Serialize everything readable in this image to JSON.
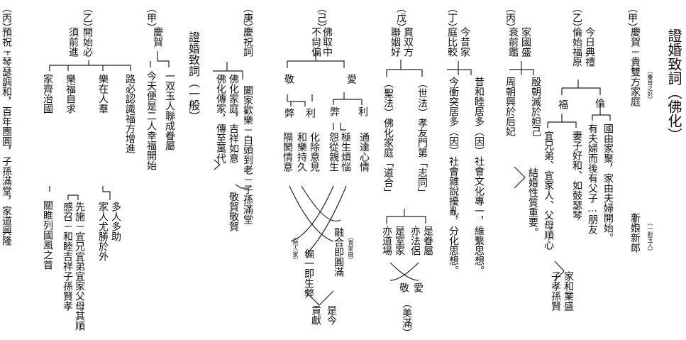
{
  "title": "證婚致詞（佛化）",
  "right": {
    "jia_mark": "（甲）",
    "jia_text": "慶賀－貴雙方家庭",
    "jia_note1": "（秦晉之好）",
    "jia_line": "──",
    "jia_tail": "新娘新郎",
    "jia_note2": "（一對玉人）",
    "yi_mark": "（乙）",
    "yi_h1": "今日典禮",
    "yi_h2": "倫始福原",
    "lun": "倫",
    "fu": "福",
    "lun1": "國由家聚，家由夫婦開始。",
    "lun2": "有夫婦而後有父子…朋友",
    "fu1": "妻子好和、如鼓瑟琴",
    "fu2": "宜兄弟、宜家人、父母順心",
    "yi_r1": "家和業盛",
    "yi_r2": "子孝孫賢",
    "bing_mark": "（丙）",
    "bing_h1": "家國盛",
    "bing_h2": "衰前鑑",
    "bing1": "殷朝滅於妲己",
    "bing2": "周朝興於后妃",
    "bing_r": "結婚性質重要。",
    "ding_mark": "（丁）",
    "ding_h1": "今昔家",
    "ding_h2": "庭比較",
    "ding1": "昔和睦居多（因）社會文化專一，維繫思想。",
    "ding2": "今衝突居多（因）社會雜說擾亂，分化思想。",
    "wu_mark": "（戊）",
    "wu_h1": "貫双方",
    "wu_h2": "聯姻好",
    "wu1": "（世法）孝友門第「志同」",
    "wu2": "（聖法）佛化家庭「道合」",
    "wu_a1": "是眷屬",
    "wu_a2": "亦法侶",
    "wu_b1": "是室家",
    "wu_b2": "亦道場",
    "wu_c": "敬",
    "wu_d": "愛",
    "wu_e": "（美滿）",
    "ji_mark": "（己）",
    "ji_h1": "佛取中",
    "ji_h2": "不尙偏",
    "ai": "愛",
    "jing": "敬",
    "li": "利",
    "bi": "弊",
    "ai_li": "通達心情",
    "ai_bi1": "極生煩惱",
    "ai_bi2": "怨從親生",
    "jing_li1": "化除意見",
    "jing_li2": "和樂持久",
    "jing_bi": "隔閡情意",
    "ji_o1": "融合即圓滿",
    "ji_o1n": "（貴家庭）",
    "ji_o2": "偏一即生弊",
    "ji_o2n": "（他人家）",
    "ji_f1": "是今",
    "ji_f2": "貢獻",
    "geng_mark": "（庚）",
    "geng_h1": "慶祝詞",
    "geng1": "闔家歡樂－白頭到老－子孫滿堂",
    "geng2": "佛化家庭，吉祥如意",
    "geng3": "佛化傳家，傳至萬代",
    "geng_r": "敬賀敬賀"
  },
  "left": {
    "title": "證婚致詞（一般）",
    "jia_mark": "（甲）",
    "jia_h1": "慶賀",
    "jia1": "一双玉人聯成眷屬",
    "jia2": "今天便是二人幸福開始",
    "yi_mark": "（乙）",
    "yi_h1": "開始必",
    "yi_h2": "須前進",
    "yi1": "路必認識福方增進",
    "yi2": "樂在人羣",
    "yi2a": "多人多助",
    "yi2b": "家人尤勝於外",
    "yi3": "樂福自求",
    "yi3a": "先施－宜兄宜弟宜家父母其順",
    "yi3b": "感召－和睦吉祥子孫賢孝",
    "yi4": "家齊治國",
    "yi4a": "關睢列國風之首",
    "bing_mark": "（丙）",
    "bing1": "預祝－琴瑟調和，百年團圓，子孫滿堂，家道興隆"
  }
}
